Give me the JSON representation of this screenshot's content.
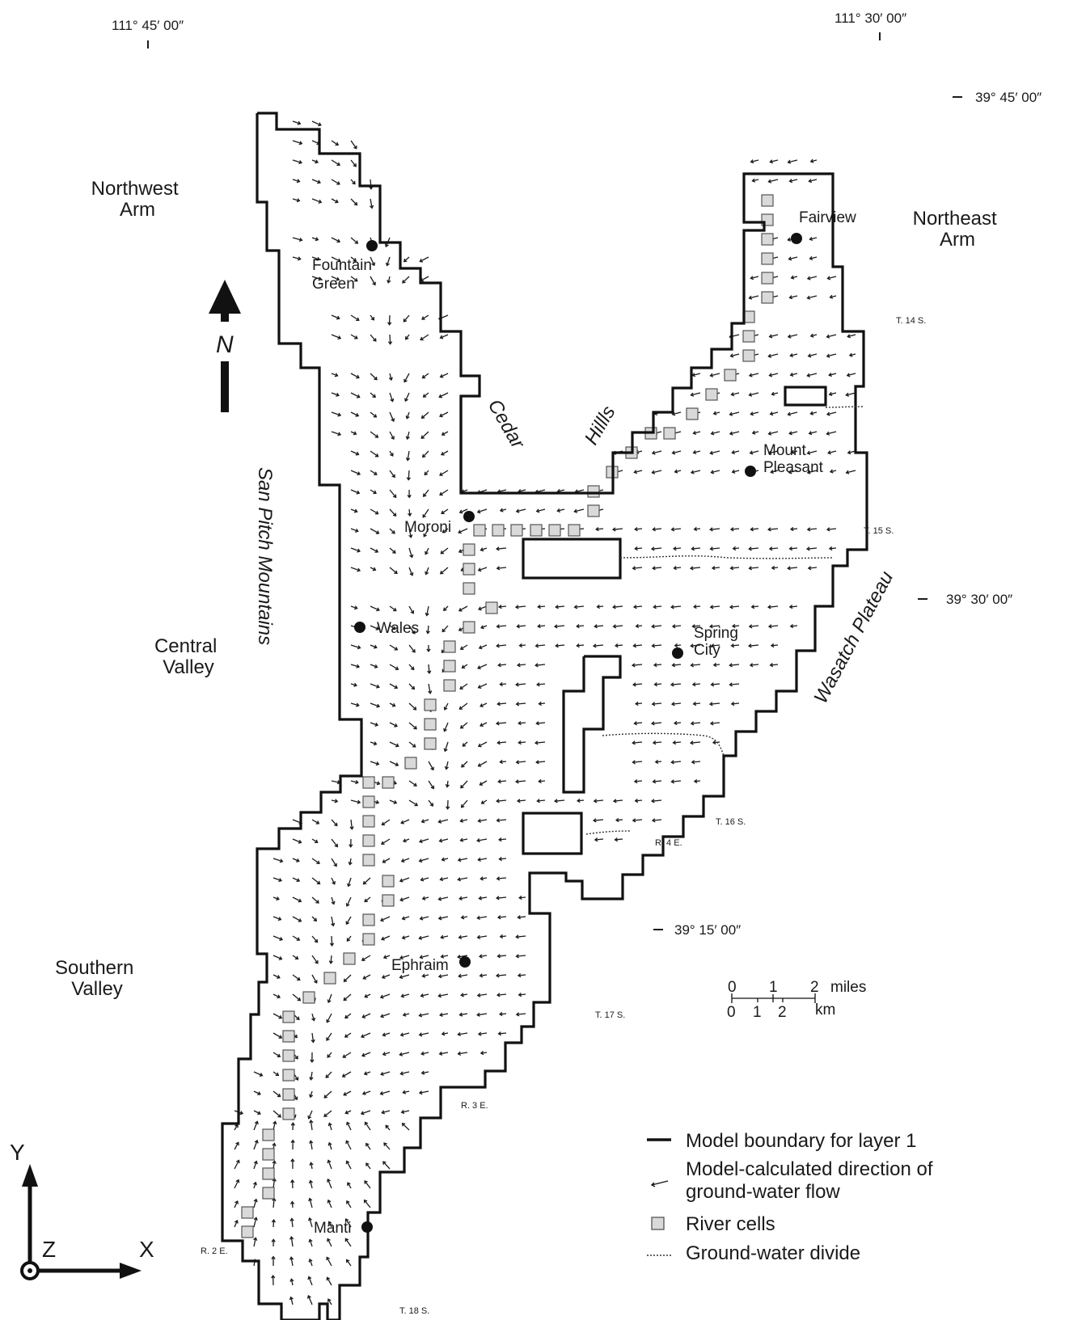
{
  "coordinates": {
    "lon_left": "111° 45′ 00″",
    "lon_right": "111° 30′ 00″",
    "lat_top": "39°  45′ 00″",
    "lat_mid": "39° 30′ 00″",
    "lat_low": "39° 15′ 00″"
  },
  "regions": {
    "northwest": [
      "Northwest",
      "Arm"
    ],
    "northeast": [
      "Northeast",
      "Arm"
    ],
    "central": [
      "Central",
      "Valley"
    ],
    "southern": [
      "Southern",
      "Valley"
    ]
  },
  "features": {
    "san_pitch": "San Pitch Mountains",
    "cedar": "Cedar",
    "hills": "Hillls",
    "wasatch": "Wasatch Plateau"
  },
  "towns": {
    "fountain_green": [
      "Fountain",
      "Green"
    ],
    "fairview": "Fairview",
    "mount_pleasant": [
      "Mount",
      "Pleasant"
    ],
    "moroni": "Moroni",
    "wales": "Wales",
    "spring_city": [
      "Spring",
      "City"
    ],
    "ephraim": "Ephraim",
    "manti": "Manti"
  },
  "survey_labels": {
    "t14": "T. 14 S.",
    "t15": "T. 15 S.",
    "t16": "T. 16 S.",
    "t17": "T. 17 S.",
    "t18": "T. 18 S.",
    "r2": "R. 2 E.",
    "r3": "R. 3 E.",
    "r4": "R. 4 E."
  },
  "north_arrow": {
    "label": "N"
  },
  "axes": {
    "x": "X",
    "y": "Y",
    "z": "Z"
  },
  "scale_bar": {
    "miles_ticks": [
      "0",
      "1",
      "2"
    ],
    "miles_unit": "miles",
    "km_ticks": [
      "0",
      "1",
      "2"
    ],
    "km_unit": "km"
  },
  "legend": {
    "boundary": "Model boundary for layer 1",
    "flow": [
      "Model-calculated direction of",
      "ground-water flow"
    ],
    "river": "River cells",
    "divide": "Ground-water divide"
  },
  "colors": {
    "ink": "#1a1a1a",
    "river_cell_fill": "#d9d9d9",
    "river_cell_stroke": "#555555"
  }
}
